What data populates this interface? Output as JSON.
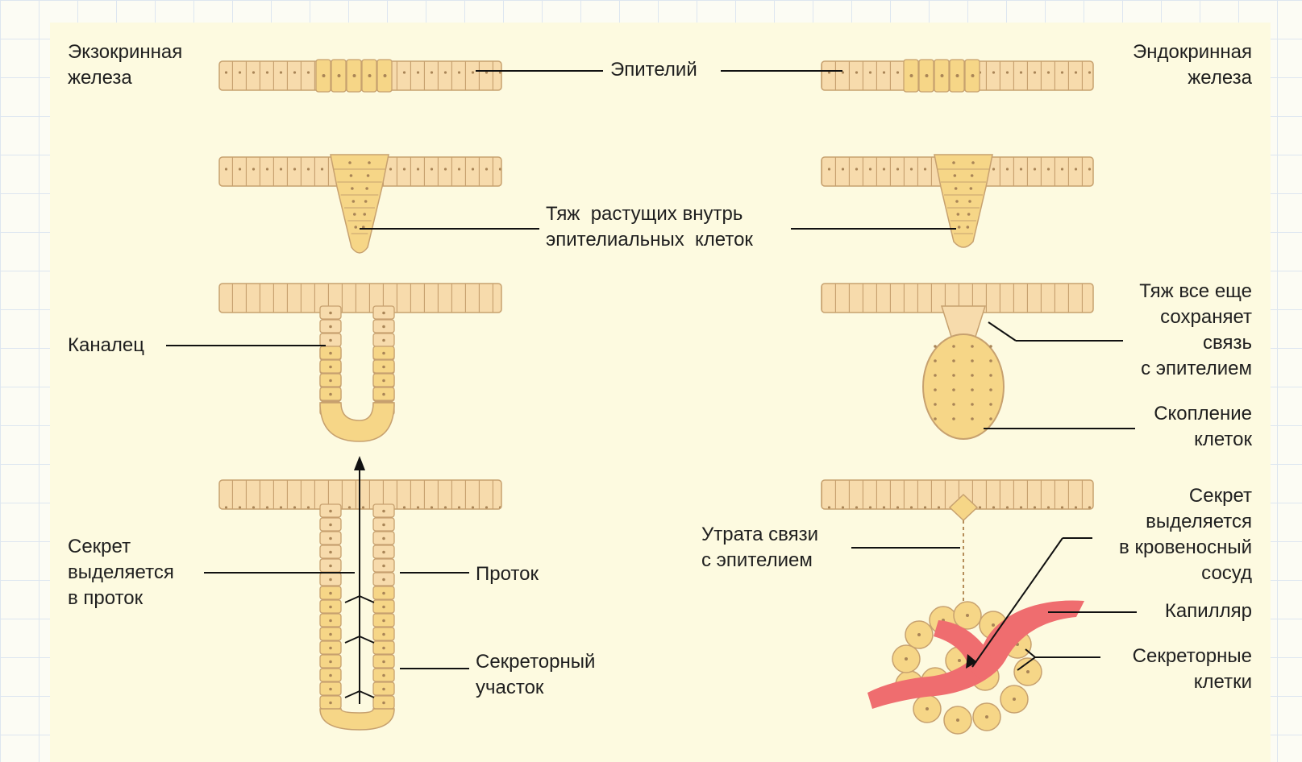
{
  "colors": {
    "cell_fill": "#f7dbac",
    "secretory_fill": "#f6d687",
    "cell_stroke": "#c7a16f",
    "capillary": "#ef6d6f",
    "line": "#111111"
  },
  "exocrine": {
    "title": "Экзокринная\nжелеза",
    "canal": "Каналец",
    "secretion_into_duct": "Секрет\nвыделяется\nв проток",
    "duct": "Проток",
    "secretory_region": "Секреторный\nучасток"
  },
  "shared": {
    "epithelium": "Эпителий",
    "cord": "Тяж  растущих внутрь\nэпителиальных  клеток"
  },
  "endocrine": {
    "title": "Эндокринная\nжелеза",
    "cord_connection": "Тяж все еще\nсохраняет\nсвязь\nс эпителием",
    "cluster": "Скопление\nклеток",
    "loss_connection": "Утрата связи\nс эпителием",
    "secretion_into_vessel": "Секрет\nвыделяется\nв кровеносный\nсосуд",
    "capillary": "Капилляр",
    "secretory_cells": "Секреторные\nклетки"
  }
}
